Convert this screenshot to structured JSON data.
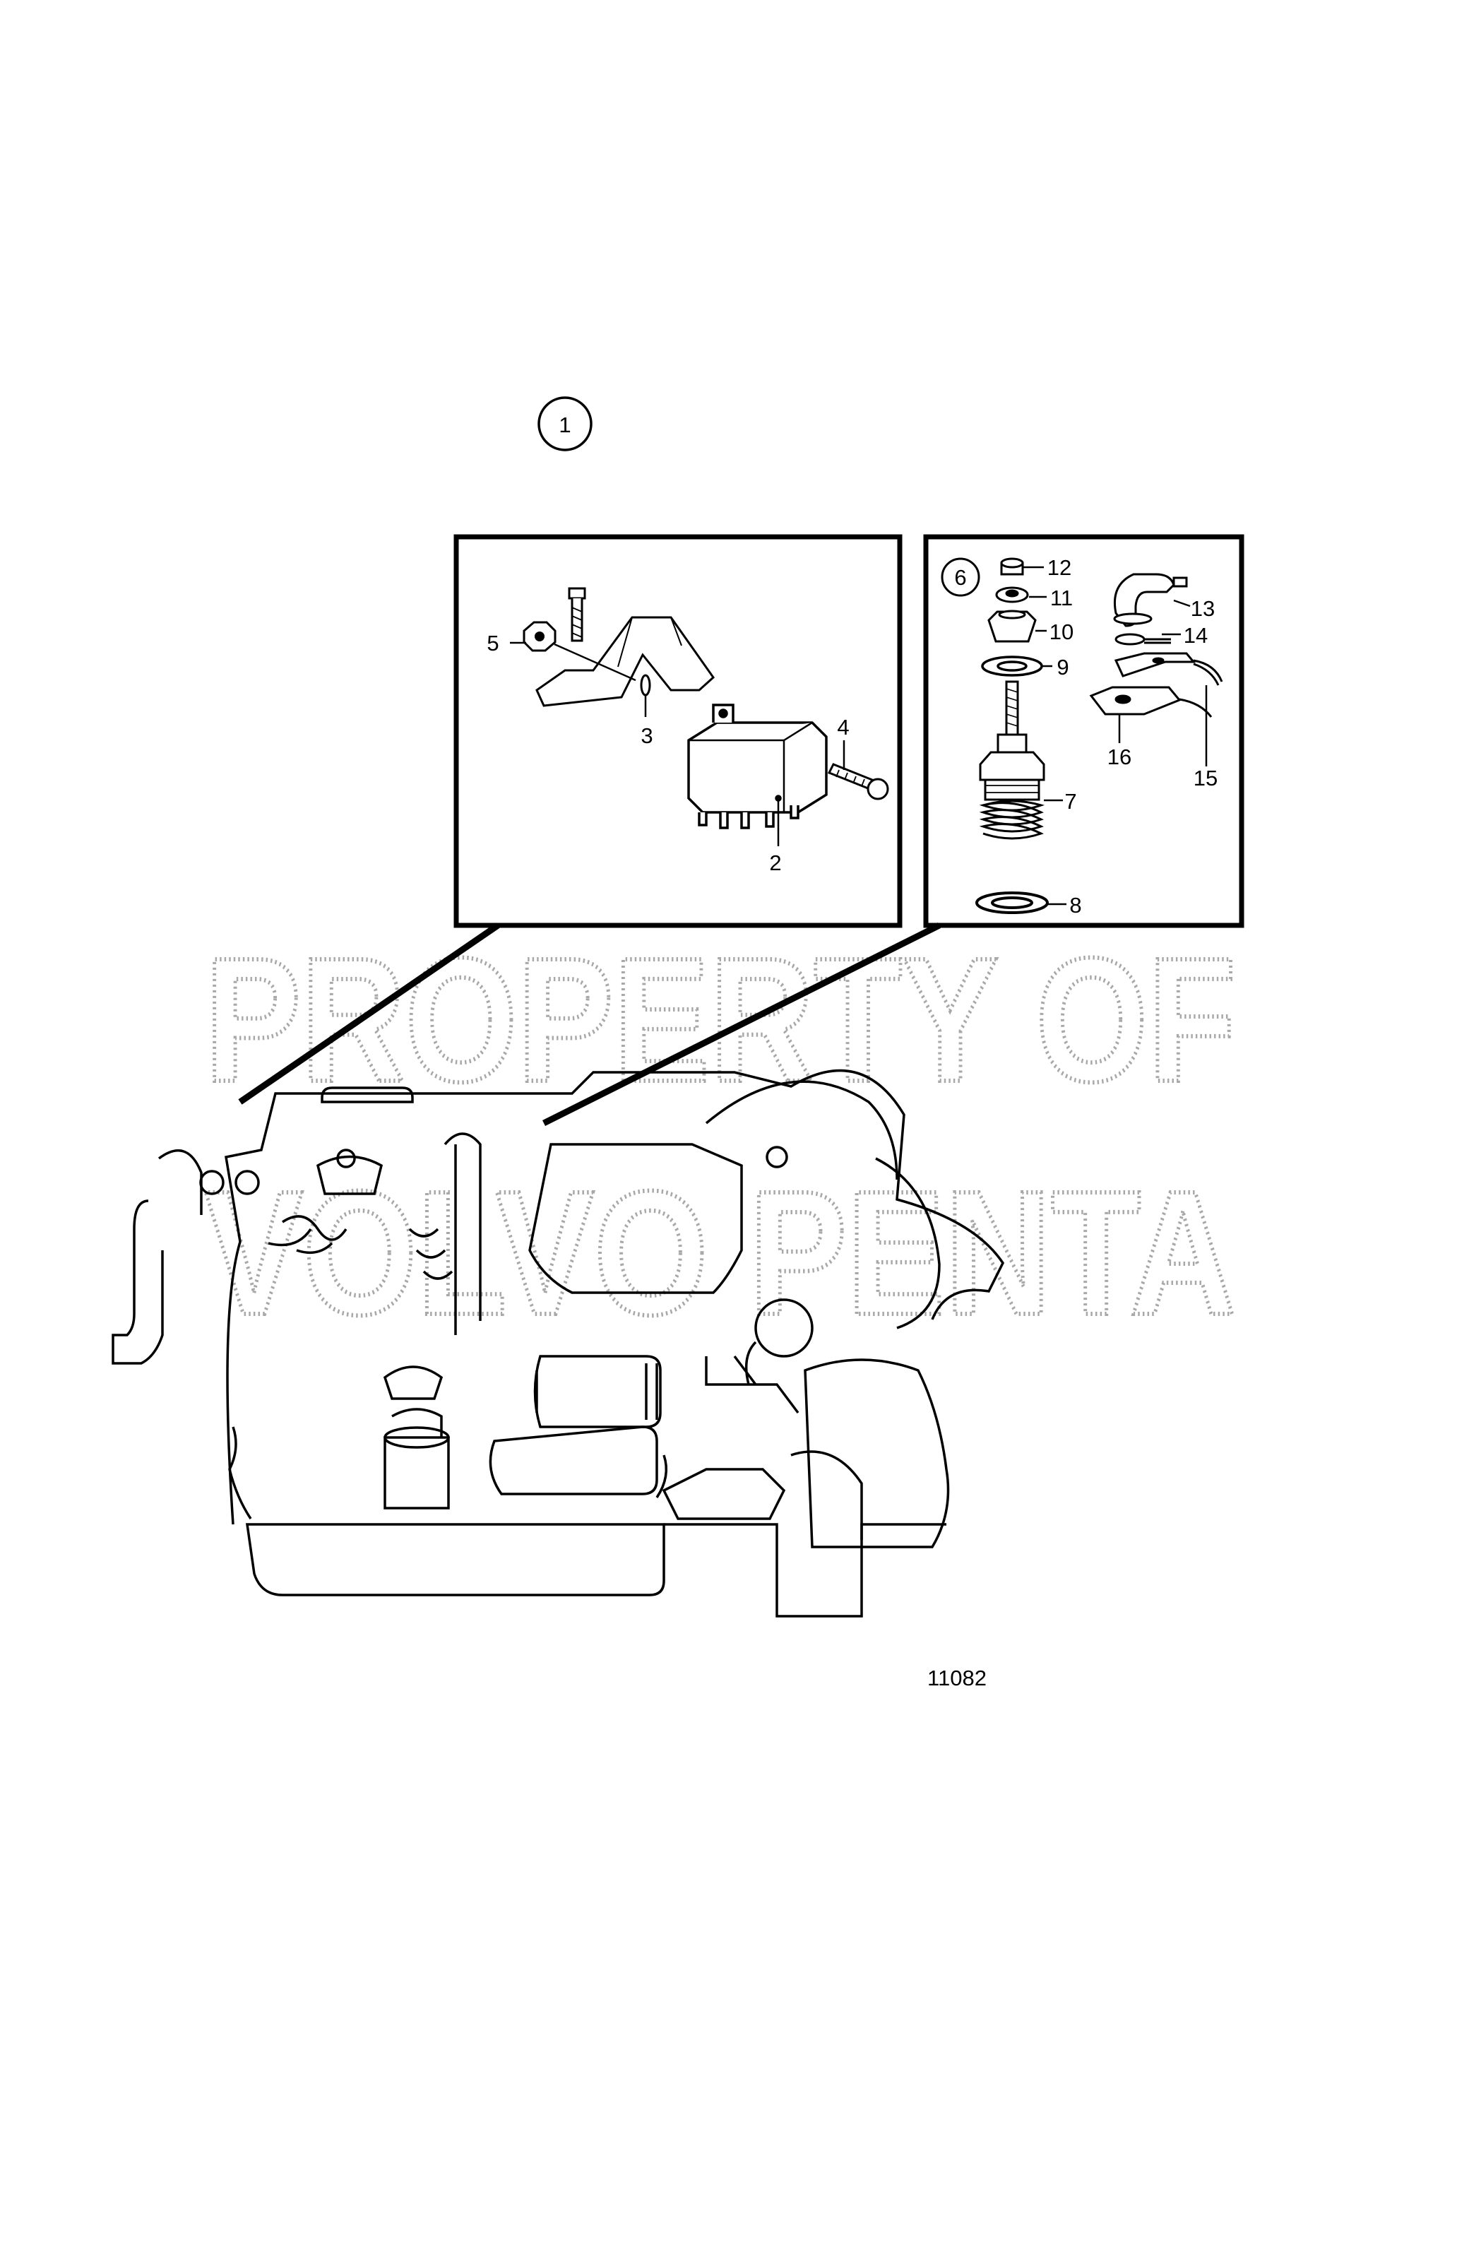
{
  "diagram": {
    "callout_main": "1",
    "callout_detail": "6",
    "drawing_number": "11082",
    "watermark": {
      "line1": "PROPERTY OF",
      "line2": "VOLVO PENTA"
    },
    "left_inset": {
      "parts": [
        {
          "id": "p5",
          "label": "5",
          "icon": "nut-icon"
        },
        {
          "id": "p3",
          "label": "3",
          "icon": "bracket-icon"
        },
        {
          "id": "p4",
          "label": "4",
          "icon": "screw-icon"
        },
        {
          "id": "p2",
          "label": "2",
          "icon": "relay-icon"
        }
      ]
    },
    "right_inset": {
      "parts": [
        {
          "id": "p12",
          "label": "12",
          "icon": "nut-icon"
        },
        {
          "id": "p11",
          "label": "11",
          "icon": "washer-icon"
        },
        {
          "id": "p10",
          "label": "10",
          "icon": "insulator-icon"
        },
        {
          "id": "p9",
          "label": "9",
          "icon": "washer-icon"
        },
        {
          "id": "p7",
          "label": "7",
          "icon": "glow-plug-icon"
        },
        {
          "id": "p8",
          "label": "8",
          "icon": "sealing-ring-icon"
        },
        {
          "id": "p13",
          "label": "13",
          "icon": "cable-cover-icon"
        },
        {
          "id": "p14",
          "label": "14",
          "icon": "cable-lug-icon"
        },
        {
          "id": "p15",
          "label": "15",
          "icon": "cable-icon"
        },
        {
          "id": "p16",
          "label": "16",
          "icon": "connector-icon"
        }
      ]
    }
  }
}
